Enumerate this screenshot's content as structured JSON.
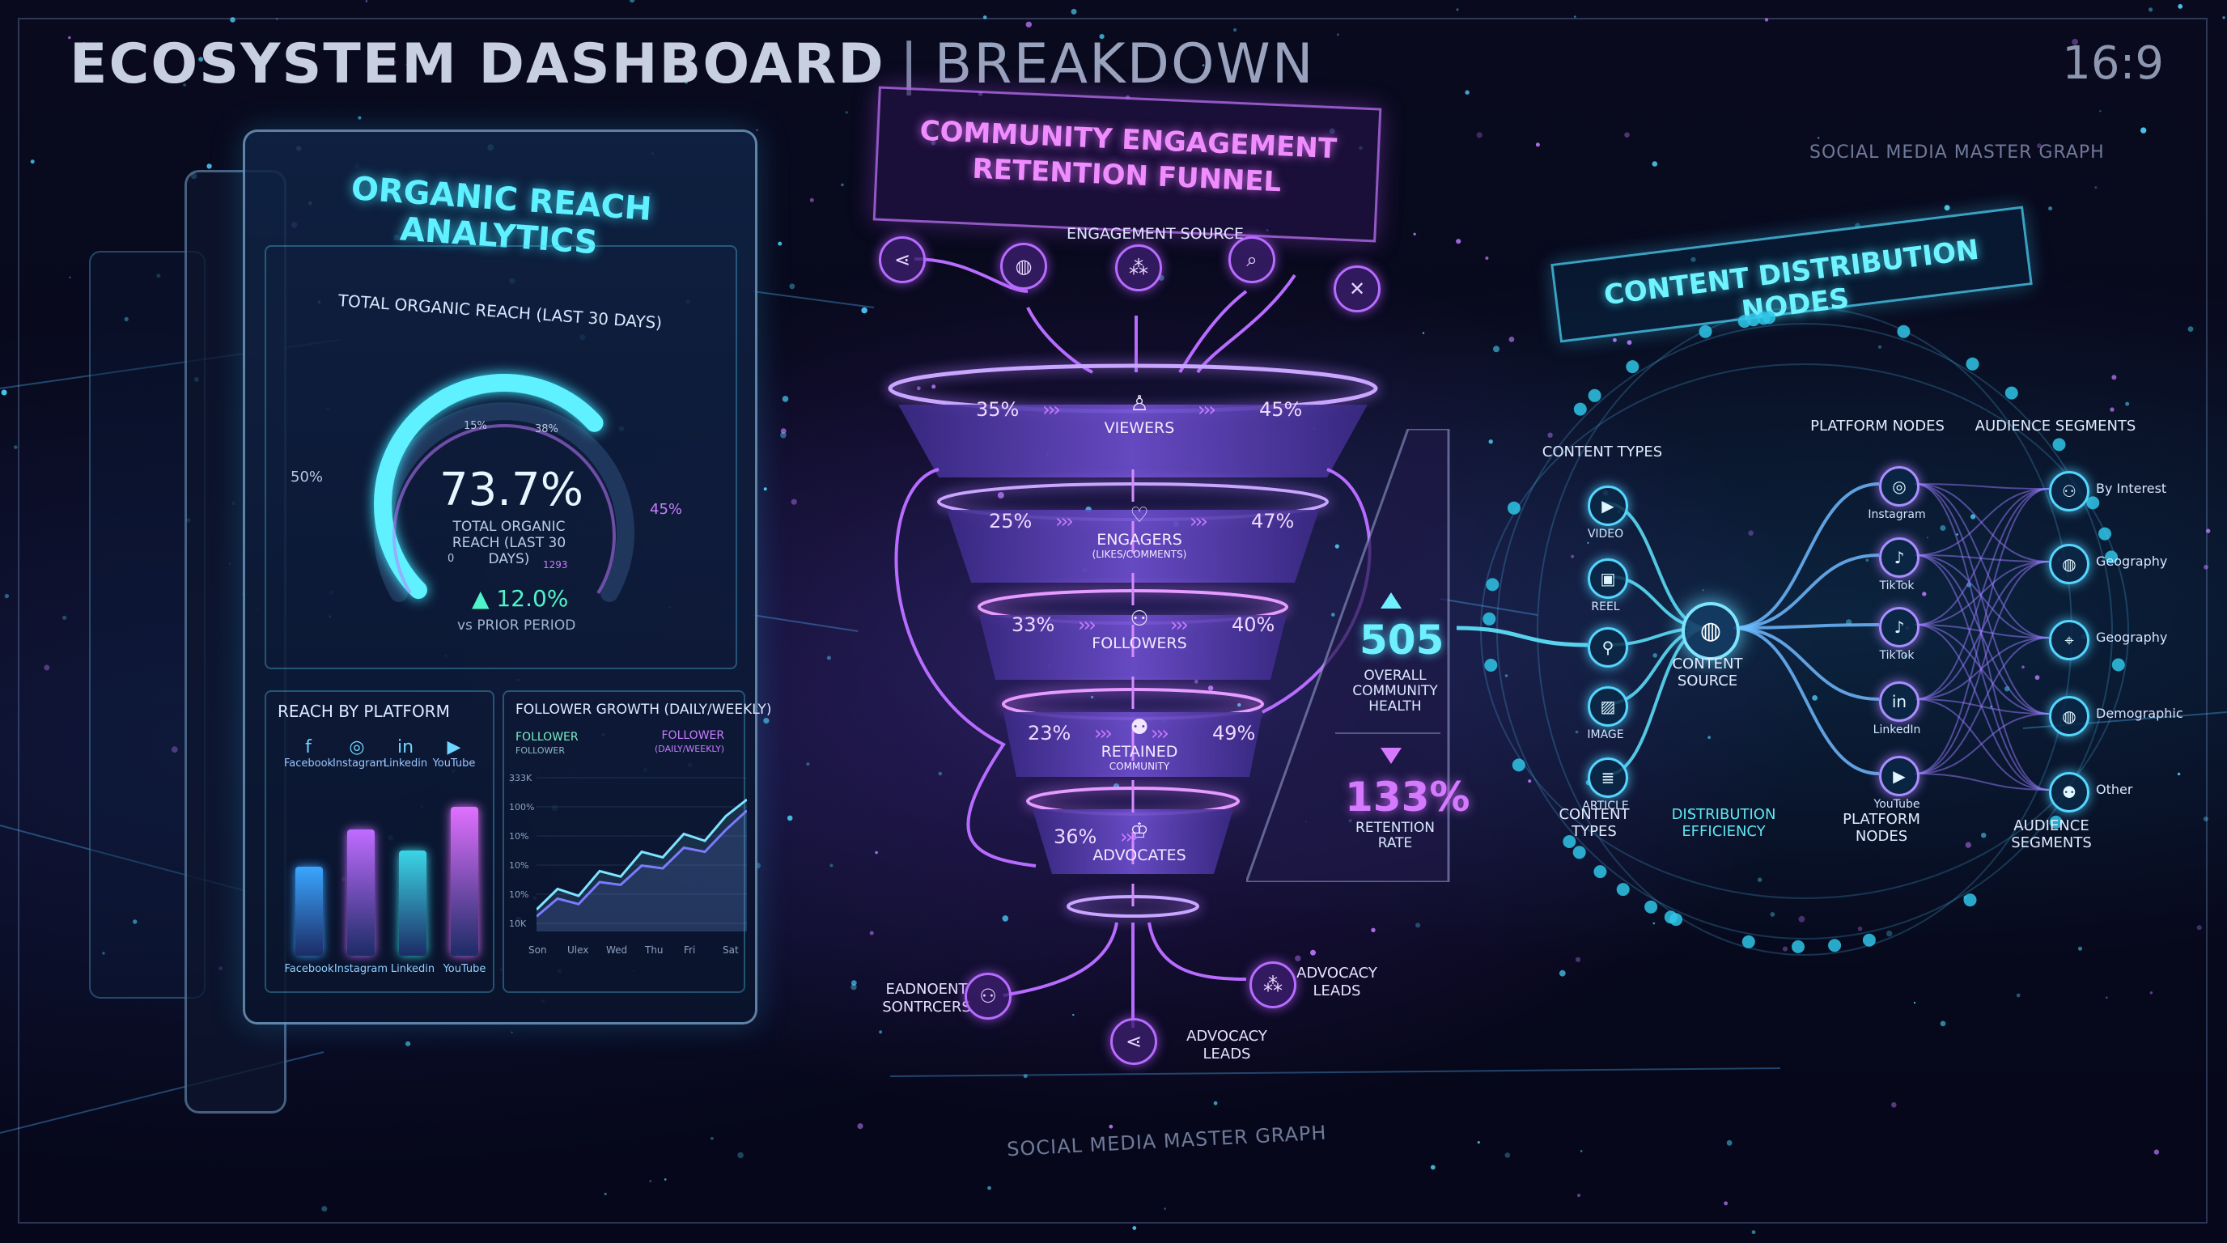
{
  "header": {
    "title": "ECOSYSTEM DASHBOARD",
    "subtitle": "BREAKDOWN",
    "aspect": "16:9",
    "graph_label_top": "SOCIAL MEDIA MASTER GRAPH",
    "graph_label_bottom": "SOCIAL MEDIA MASTER GRAPH"
  },
  "colors": {
    "cyan": "#5ff1ff",
    "magenta": "#ef8dff",
    "violet": "#b86cff",
    "teal": "#4ff4c8"
  },
  "organic": {
    "title": "ORGANIC REACH ANALYTICS",
    "total_label": "TOTAL ORGANIC REACH (LAST 30 DAYS)",
    "gauge_value": "73.7%",
    "gauge_caption": "TOTAL ORGANIC REACH (LAST 30 DAYS)",
    "gauge_fraction": 0.737,
    "tick_left": "50%",
    "tick_15": "15%",
    "tick_38": "38%",
    "tick_right": "45%",
    "tick_0": "0",
    "tick_1293": "1293",
    "delta": "▲ 12.0%",
    "prior": "vs PRIOR PERIOD"
  },
  "platform": {
    "title": "REACH BY PLATFORM",
    "items": [
      {
        "name": "Facebook",
        "icon": "facebook-icon",
        "glyph": "f",
        "value": 0.55,
        "color": "#3aa6ff"
      },
      {
        "name": "Instagram",
        "icon": "instagram-icon",
        "glyph": "◎",
        "value": 0.78,
        "color": "#c06cff"
      },
      {
        "name": "Linkedin",
        "icon": "linkedin-icon",
        "glyph": "in",
        "value": 0.65,
        "color": "#3ad6e6"
      },
      {
        "name": "YouTube",
        "icon": "youtube-icon",
        "glyph": "▶",
        "value": 0.92,
        "color": "#e070ff"
      }
    ]
  },
  "growth": {
    "title": "FOLLOWER GROWTH (DAILY/WEEKLY)",
    "legend_left": "FOLLOWER",
    "legend_left_sub": "FOLLOWER",
    "legend_right": "FOLLOWER",
    "legend_right_sub": "(DAILY/WEEKLY)",
    "y_ticks": [
      "333K",
      "100%",
      "10%",
      "10%",
      "10%",
      "10K"
    ],
    "x_ticks": [
      "Son",
      "Ulex",
      "Wed",
      "Thu",
      "Fri",
      "Sat"
    ],
    "series_a": [
      0.1,
      0.25,
      0.2,
      0.38,
      0.34,
      0.52,
      0.48,
      0.65,
      0.6,
      0.78,
      0.9
    ],
    "series_b": [
      0.05,
      0.18,
      0.14,
      0.3,
      0.28,
      0.42,
      0.4,
      0.55,
      0.52,
      0.68,
      0.82
    ]
  },
  "funnel": {
    "title_1": "COMMUNITY ENGAGEMENT",
    "title_2": "RETENTION FUNNEL",
    "source_label": "ENGAGEMENT SOURCE",
    "sources": [
      {
        "icon": "share-icon",
        "glyph": "⋖"
      },
      {
        "icon": "globe-icon",
        "glyph": "◍"
      },
      {
        "icon": "community-icon",
        "glyph": "⁂"
      },
      {
        "icon": "search-user-icon",
        "glyph": "⌕"
      },
      {
        "icon": "tools-icon",
        "glyph": "✕"
      }
    ],
    "stages": [
      {
        "name": "VIEWERS",
        "sub": "",
        "left": "35%",
        "right": "45%",
        "icon": "person-icon",
        "glyph": "♙"
      },
      {
        "name": "ENGAGERS",
        "sub": "(LIKES/COMMENTS)",
        "left": "25%",
        "right": "47%",
        "icon": "heart-icon",
        "glyph": "♡"
      },
      {
        "name": "FOLLOWERS",
        "sub": "",
        "left": "33%",
        "right": "40%",
        "icon": "group-icon",
        "glyph": "⚇"
      },
      {
        "name": "RETAINED",
        "sub": "COMMUNITY",
        "left": "23%",
        "right": "49%",
        "icon": "team-icon",
        "glyph": "⚉"
      },
      {
        "name": "ADVOCATES",
        "sub": "",
        "left": "36%",
        "right": "",
        "icon": "advocate-icon",
        "glyph": "♔"
      }
    ],
    "out_left": "EADNOENT SONTRCERS",
    "out_center": "ADVOCACY LEADS",
    "out_right": "ADVOCACY LEADS",
    "metric_health": "505",
    "metric_health_label": "OVERALL COMMUNITY HEALTH",
    "metric_retention": "133%",
    "metric_retention_label": "RETENTION RATE"
  },
  "distribution": {
    "title": "CONTENT DISTRIBUTION NODES",
    "content_types_top": "CONTENT TYPES",
    "platform_nodes_top": "PLATFORM NODES",
    "audience_top": "AUDIENCE SEGMENTS",
    "content_types": [
      {
        "name": "VIDEO",
        "icon": "play-icon",
        "glyph": "▶"
      },
      {
        "name": "REEL",
        "icon": "reel-icon",
        "glyph": "▣"
      },
      {
        "name": "",
        "icon": "user-card-icon",
        "glyph": "⚲"
      },
      {
        "name": "IMAGE",
        "icon": "image-icon",
        "glyph": "▨"
      },
      {
        "name": "ARTICLE",
        "icon": "article-icon",
        "glyph": "≣"
      }
    ],
    "platforms": [
      {
        "name": "Instagram",
        "icon": "instagram-icon",
        "glyph": "◎"
      },
      {
        "name": "TikTok",
        "icon": "tiktok-icon",
        "glyph": "♪"
      },
      {
        "name": "TikTok",
        "icon": "tiktok-icon",
        "glyph": "♪"
      },
      {
        "name": "LinkedIn",
        "icon": "linkedin-icon",
        "glyph": "in"
      },
      {
        "name": "YouTube",
        "icon": "youtube-icon",
        "glyph": "▶"
      }
    ],
    "segments": [
      {
        "name": "By Interest",
        "icon": "group-icon",
        "glyph": "⚇"
      },
      {
        "name": "Geography",
        "icon": "globe-icon",
        "glyph": "◍"
      },
      {
        "name": "Geography",
        "icon": "location-icon",
        "glyph": "⌖"
      },
      {
        "name": "Demographic",
        "icon": "globe-icon",
        "glyph": "◍"
      },
      {
        "name": "Other",
        "icon": "group-icon",
        "glyph": "⚉"
      }
    ],
    "source_label": "CONTENT SOURCE",
    "bottom_content": "CONTENT TYPES",
    "bottom_efficiency": "DISTRIBUTION EFFICIENCY",
    "bottom_platform": "PLATFORM NODES",
    "bottom_audience": "AUDIENCE SEGMENTS"
  }
}
